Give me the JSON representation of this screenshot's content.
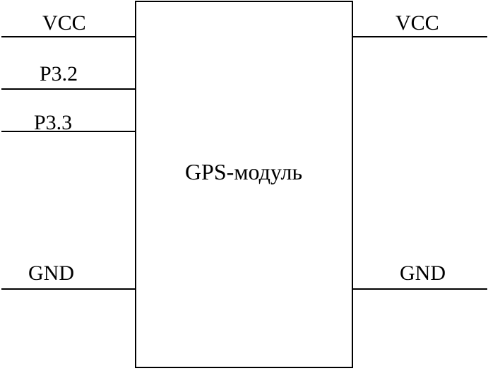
{
  "module": {
    "label": "GPS-модуль"
  },
  "left_pins": [
    {
      "label": "VCC"
    },
    {
      "label": "P3.2"
    },
    {
      "label": "P3.3"
    },
    {
      "label": "GND"
    }
  ],
  "right_pins": [
    {
      "label": "VCC"
    },
    {
      "label": "GND"
    }
  ],
  "colors": {
    "line": "#000000",
    "background": "#ffffff"
  }
}
